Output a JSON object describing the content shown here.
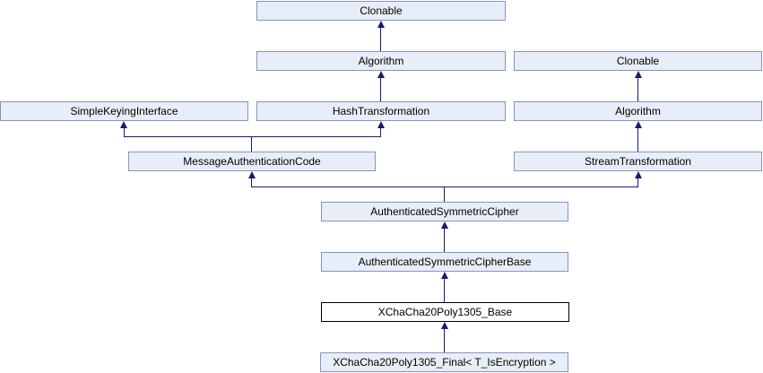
{
  "diagram": {
    "type": "class-inheritance-graph",
    "nodes": {
      "clonable_top": {
        "label": "Clonable"
      },
      "algorithm_left": {
        "label": "Algorithm"
      },
      "clonable_right": {
        "label": "Clonable"
      },
      "simple_keying_interface": {
        "label": "SimpleKeyingInterface"
      },
      "hash_transformation": {
        "label": "HashTransformation"
      },
      "algorithm_right": {
        "label": "Algorithm"
      },
      "message_authentication_code": {
        "label": "MessageAuthenticationCode"
      },
      "stream_transformation": {
        "label": "StreamTransformation"
      },
      "authenticated_symmetric_cipher": {
        "label": "AuthenticatedSymmetricCipher"
      },
      "authenticated_symmetric_cipher_base": {
        "label": "AuthenticatedSymmetricCipherBase"
      },
      "xchacha20poly1305_base": {
        "label": "XChaCha20Poly1305_Base",
        "current": true
      },
      "xchacha20poly1305_final": {
        "label": "XChaCha20Poly1305_Final< T_IsEncryption >"
      }
    },
    "edges": [
      {
        "from": "algorithm_left",
        "to": "clonable_top",
        "relation": "inherits"
      },
      {
        "from": "hash_transformation",
        "to": "algorithm_left",
        "relation": "inherits"
      },
      {
        "from": "algorithm_right",
        "to": "clonable_right",
        "relation": "inherits"
      },
      {
        "from": "message_authentication_code",
        "to": "simple_keying_interface",
        "relation": "inherits"
      },
      {
        "from": "message_authentication_code",
        "to": "hash_transformation",
        "relation": "inherits"
      },
      {
        "from": "stream_transformation",
        "to": "algorithm_right",
        "relation": "inherits"
      },
      {
        "from": "authenticated_symmetric_cipher",
        "to": "message_authentication_code",
        "relation": "inherits"
      },
      {
        "from": "authenticated_symmetric_cipher",
        "to": "stream_transformation",
        "relation": "inherits"
      },
      {
        "from": "authenticated_symmetric_cipher_base",
        "to": "authenticated_symmetric_cipher",
        "relation": "inherits"
      },
      {
        "from": "xchacha20poly1305_base",
        "to": "authenticated_symmetric_cipher_base",
        "relation": "inherits"
      },
      {
        "from": "xchacha20poly1305_final",
        "to": "xchacha20poly1305_base",
        "relation": "inherits"
      }
    ],
    "colors": {
      "node_fill": "#E8EEF7",
      "node_border": "#8494C2",
      "current_node_fill": "#FFFFFF",
      "current_node_border": "#000000",
      "edge": "#191970",
      "text": "#000000",
      "background": "#FFFFFF"
    }
  }
}
